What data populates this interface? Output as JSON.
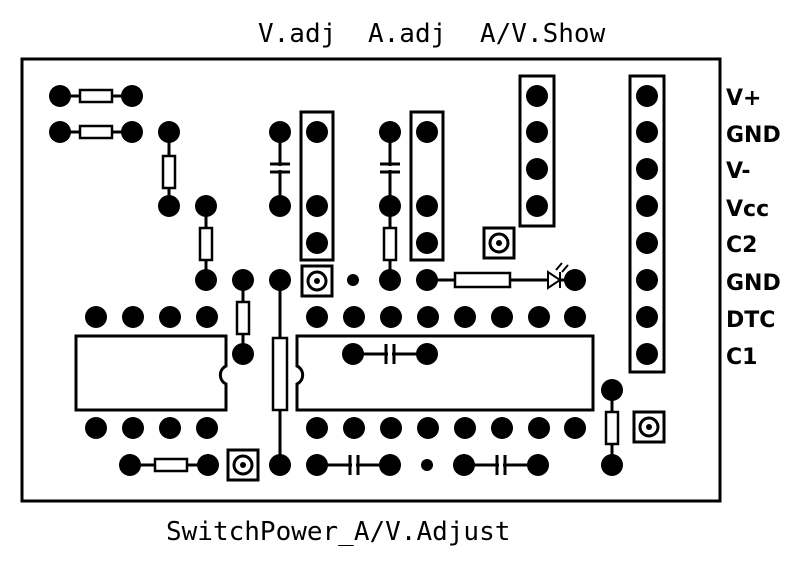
{
  "colors": {
    "ink": "#000000",
    "board": "#ffffff"
  },
  "labels": {
    "top": [
      "V.adj",
      "A.adj",
      "A/V.Show"
    ],
    "side": [
      "V+",
      "GND",
      "V-",
      "Vcc",
      "C2",
      "GND",
      "DTC",
      "C1"
    ],
    "title": "SwitchPower_A/V.Adjust"
  }
}
